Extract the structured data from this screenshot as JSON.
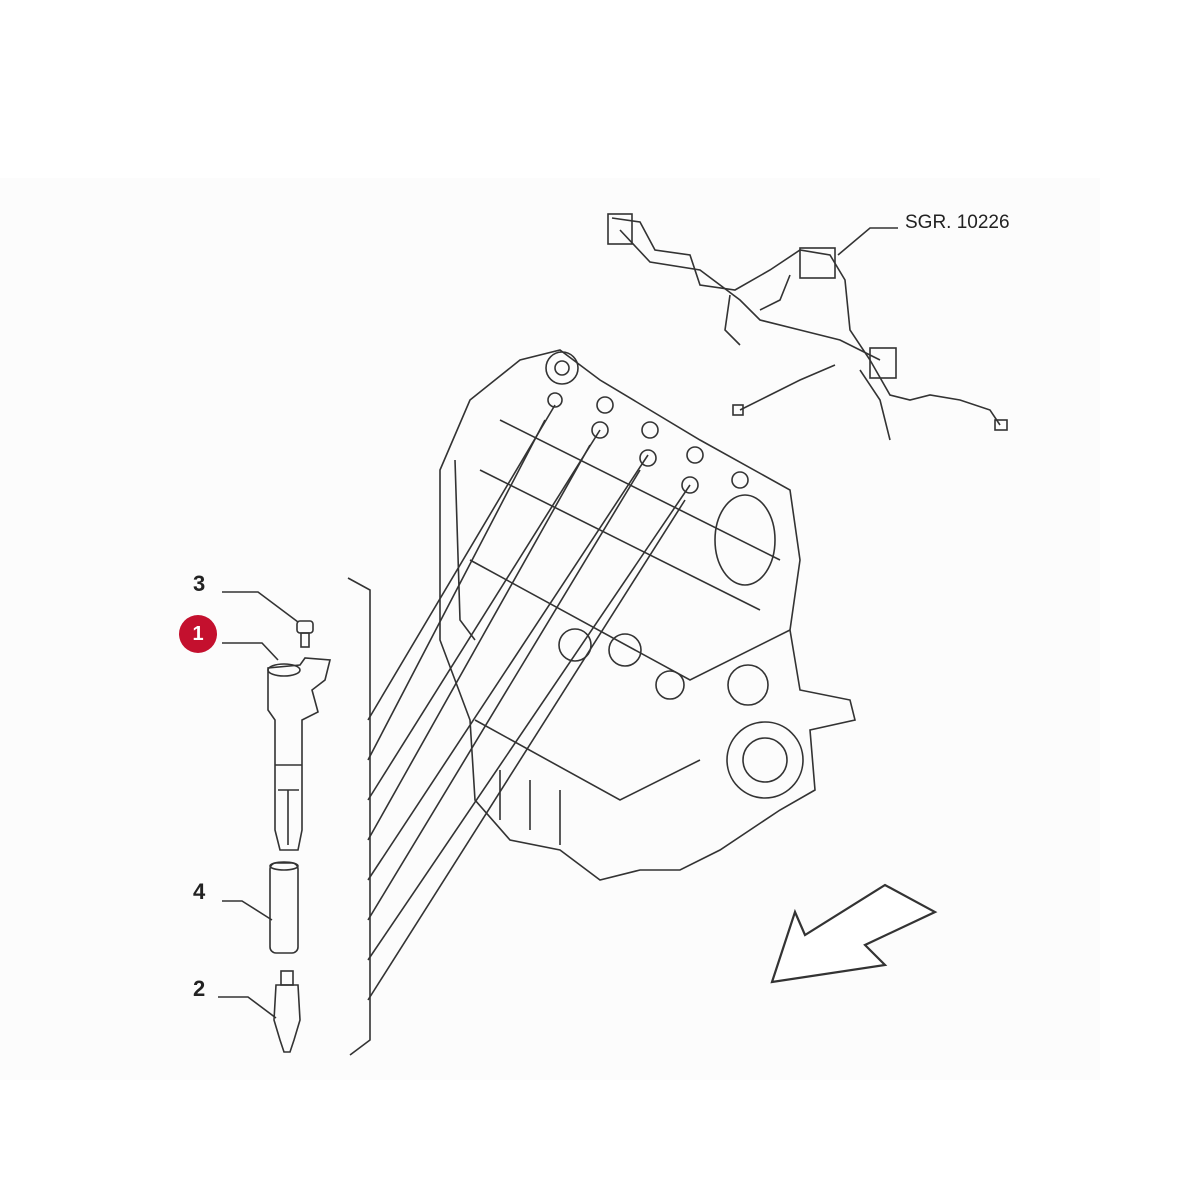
{
  "diagram": {
    "reference_label": "SGR. 10226",
    "highlight_color": "#c4102e",
    "callouts": [
      {
        "number": "1",
        "part": "ignition-coil",
        "highlighted": true
      },
      {
        "number": "3",
        "part": "screw",
        "highlighted": false
      },
      {
        "number": "4",
        "part": "boot",
        "highlighted": false
      },
      {
        "number": "2",
        "part": "spark-plug",
        "highlighted": false
      }
    ]
  }
}
